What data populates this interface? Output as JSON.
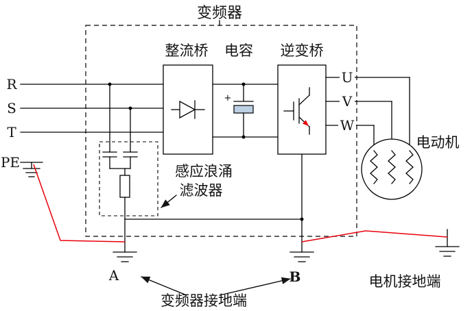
{
  "diagram": {
    "title": "变频器",
    "sections": {
      "rectifier": "整流桥",
      "dc_capacitor": "电容",
      "inverter": "逆变桥"
    },
    "filter_label": {
      "line1": "感应浪涌",
      "line2": "滤波器"
    },
    "motor_label": "电动机",
    "input_terminals": {
      "r": "R",
      "s": "S",
      "t": "T",
      "pe": "PE"
    },
    "output_terminals": {
      "u": "U",
      "v": "V",
      "w": "W"
    },
    "ground_points": {
      "a": "A",
      "b": "B"
    },
    "captions": {
      "converter_ground": "变频器接地端",
      "motor_ground": "电机接地端"
    },
    "capacitor_polarity": "+",
    "colors": {
      "wire": "#000000",
      "protective_earth_wire": "#e8000a",
      "capacitor_fill": "#bdd0e4"
    }
  }
}
